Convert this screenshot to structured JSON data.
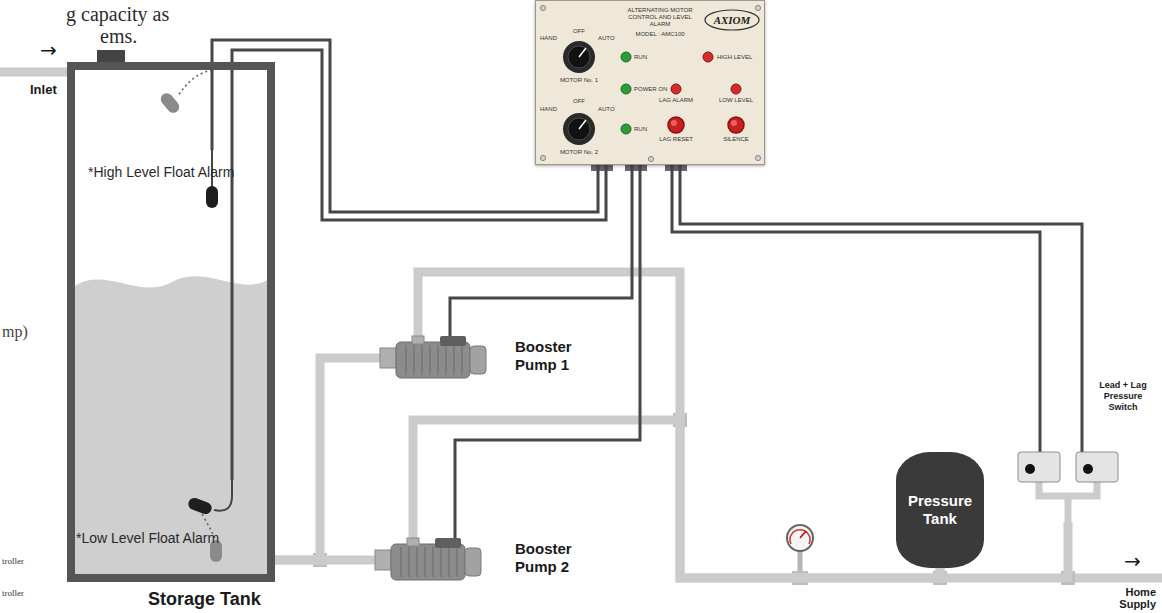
{
  "diagram": {
    "nodes": [
      {
        "text": [
          "Storage Tank"
        ]
      },
      {
        "text": [
          "*High Level Float Alarm"
        ],
        "in": 0
      },
      {
        "text": [
          "*Low Level Float Alarm"
        ],
        "in": 0
      },
      {
        "text": [
          "ALTERNATING MOTOR CONTROL AND LEVEL ALARM",
          "AXIOM",
          "MODEL : AMC100",
          "HAND",
          "OFF",
          "AUTO",
          "MOTOR No. 1",
          "RUN",
          "POWER ON",
          "HAND",
          "OFF",
          "AUTO",
          "MOTOR No. 2",
          "RUN",
          "HIGH LEVEL",
          "LAG ALARM",
          "LOW LEVEL",
          "LAG RESET",
          "SILENCE"
        ]
      },
      {
        "text": [
          "Booster Pump 1"
        ]
      },
      {
        "text": [
          "Booster Pump 2"
        ]
      },
      {
        "text": [
          "Pressure Tank"
        ]
      },
      {
        "text": [
          "Lead + Lag Pressure Switch"
        ]
      }
    ],
    "edges": [
      {
        "from": 0,
        "to": 4,
        "arrow": "none"
      },
      {
        "from": 0,
        "to": 5,
        "arrow": "none"
      },
      {
        "from": 4,
        "to": 6,
        "arrow": "none"
      },
      {
        "from": 5,
        "to": 6,
        "arrow": "none"
      },
      {
        "from": 6,
        "to": 7,
        "arrow": "none"
      },
      {
        "from": 3,
        "to": 1,
        "arrow": "none"
      },
      {
        "from": 3,
        "to": 2,
        "arrow": "none"
      },
      {
        "from": 3,
        "to": 4,
        "arrow": "none"
      },
      {
        "from": 3,
        "to": 5,
        "arrow": "none"
      },
      {
        "from": 3,
        "to": 7,
        "arrow": "none"
      },
      {
        "from": 3,
        "to": 7,
        "arrow": "none"
      }
    ],
    "labels": [
      "g capacity as",
      "ems.",
      "→",
      "Inlet",
      "mp)",
      "troller",
      "troller",
      "→",
      "Home Supply"
    ]
  }
}
